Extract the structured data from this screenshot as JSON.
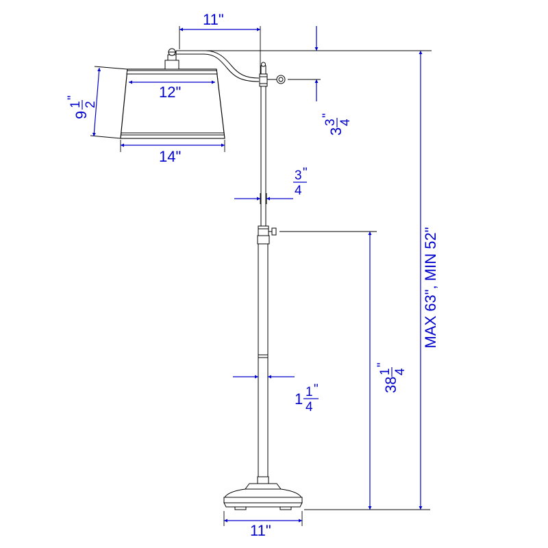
{
  "colors": {
    "dimension": "#0000cc",
    "drawing": "#000000",
    "background": "#ffffff"
  },
  "dimensions": {
    "arm_reach": {
      "label": "11\""
    },
    "shade_top": {
      "label": "12\""
    },
    "shade_bottom": {
      "label": "14\""
    },
    "shade_height": {
      "whole": "9",
      "num": "1",
      "den": "2",
      "unit": "\""
    },
    "arm_drop": {
      "whole": "3",
      "num": "3",
      "den": "4",
      "unit": "\""
    },
    "upper_pole": {
      "whole": "",
      "num": "3",
      "den": "4",
      "unit": "\""
    },
    "lower_pole": {
      "whole": "1",
      "num": "1",
      "den": "4",
      "unit": "\""
    },
    "lower_height": {
      "whole": "38",
      "num": "1",
      "den": "4",
      "unit": "\""
    },
    "overall_height": {
      "label": "MAX 63\", MIN 52\""
    },
    "base_width": {
      "label": "11\""
    }
  }
}
